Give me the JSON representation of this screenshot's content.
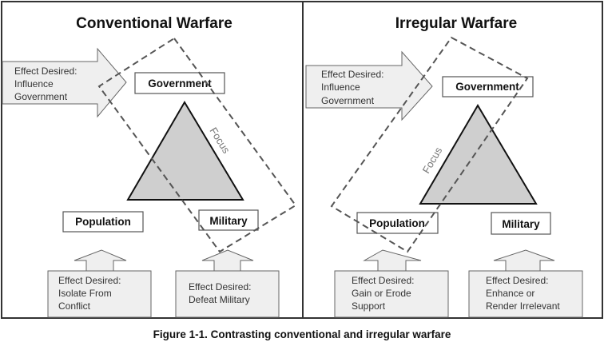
{
  "panels": [
    {
      "title": "Conventional Warfare",
      "nodes": {
        "government": "Government",
        "population": "Population",
        "military": "Military"
      },
      "focus_label": "Focus",
      "effects": {
        "government": [
          "Effect Desired:",
          "Influence",
          "Government"
        ],
        "population": [
          "Effect Desired:",
          "Isolate From",
          "Conflict"
        ],
        "military": [
          "Effect Desired:",
          "Defeat Military"
        ]
      }
    },
    {
      "title": "Irregular Warfare",
      "nodes": {
        "government": "Government",
        "population": "Population",
        "military": "Military"
      },
      "focus_label": "Focus",
      "effects": {
        "government": [
          "Effect Desired:",
          "Influence",
          "Government"
        ],
        "population": [
          "Effect Desired:",
          "Gain or Erode",
          "Support"
        ],
        "military": [
          "Effect Desired:",
          "Enhance or",
          "Render Irrelevant"
        ]
      }
    }
  ],
  "caption": "Figure 1-1. Contrasting conventional and irregular warfare"
}
